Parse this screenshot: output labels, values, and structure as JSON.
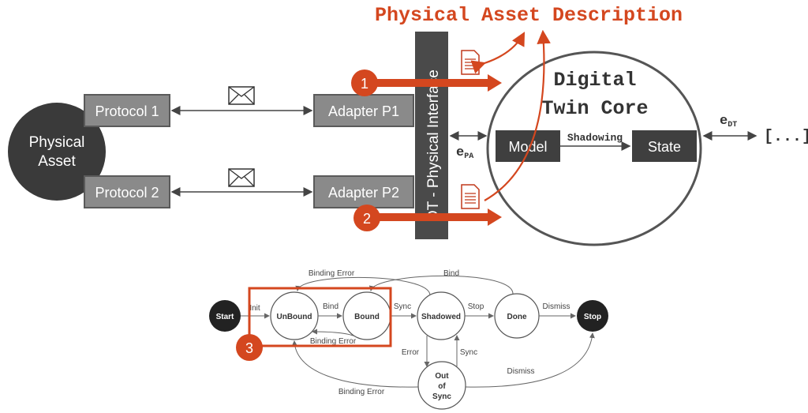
{
  "top": {
    "title": "Physical Asset Description",
    "physical_asset": [
      "Physical",
      "Asset"
    ],
    "protocols": [
      "Protocol 1",
      "Protocol 2"
    ],
    "adapters": [
      "Adapter P1",
      "Adapter P2"
    ],
    "interface_label": "DT - Physical Interface",
    "core_title": [
      "Digital",
      "Twin Core"
    ],
    "model_label": "Model",
    "state_label": "State",
    "shadowing_label": "Shadowing",
    "e_pa": "e",
    "e_pa_sub": "PA",
    "e_dt": "e",
    "e_dt_sub": "DT",
    "ellipsis": "[...]",
    "badges": [
      "1",
      "2"
    ],
    "accent_color": "#d4471f"
  },
  "bottom": {
    "states": {
      "start": "Start",
      "unbound": "UnBound",
      "bound": "Bound",
      "shadowed": "Shadowed",
      "done": "Done",
      "stop": "Stop",
      "out_of_sync": [
        "Out",
        "of",
        "Sync"
      ]
    },
    "transitions": {
      "init": "Init",
      "bind": "Bind",
      "binding_error_inner": "Binding Error",
      "binding_error_top": "Binding Error",
      "bind_top": "Bind",
      "sync": "Sync",
      "stop": "Stop",
      "dismiss": "Dismiss",
      "error": "Error",
      "sync_up": "Sync",
      "dismiss_lower": "Dismiss",
      "binding_error_lower": "Binding Error"
    },
    "badge": "3"
  }
}
